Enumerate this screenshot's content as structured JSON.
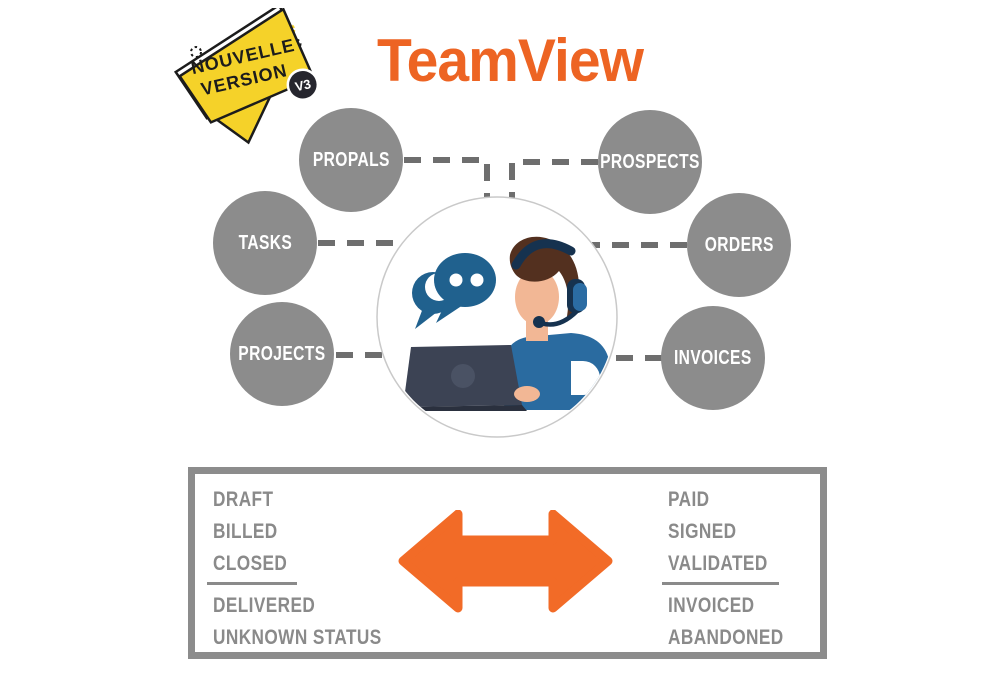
{
  "title": "TeamView",
  "badge": {
    "line1": "NOUVELLE",
    "line2": "VERSION",
    "version_label": "V3"
  },
  "diagram": {
    "nodes": [
      {
        "label": "PROPALS"
      },
      {
        "label": "PROSPECTS"
      },
      {
        "label": "TASKS"
      },
      {
        "label": "ORDERS"
      },
      {
        "label": "PROJECTS"
      },
      {
        "label": "INVOICES"
      }
    ]
  },
  "status_panel": {
    "left_items": [
      "DRAFT",
      "BILLED",
      "CLOSED",
      "DELIVERED",
      "UNKNOWN STATUS"
    ],
    "right_items": [
      "PAID",
      "SIGNED",
      "VALIDATED",
      "INVOICED",
      "ABANDONED"
    ]
  },
  "icons": {
    "center_illustration": "support-agent-with-headset-laptop",
    "chat": "chat-bubbles-icon",
    "panel_arrow": "double-headed-arrow-icon",
    "badge_decorations": "sparkle-burst-icon"
  },
  "colors": {
    "accent_orange": "#ED6423",
    "arrow_orange": "#F26B27",
    "node_gray": "#8C8C8C",
    "connector_gray": "#6E6E6E",
    "panel_border_gray": "#8C8C8C",
    "status_text_gray": "#8A8A8A",
    "badge_yellow": "#F5D229",
    "badge_dark": "#26262E",
    "bubble_blue": "#20618E",
    "shirt_blue": "#2A6BA0"
  }
}
